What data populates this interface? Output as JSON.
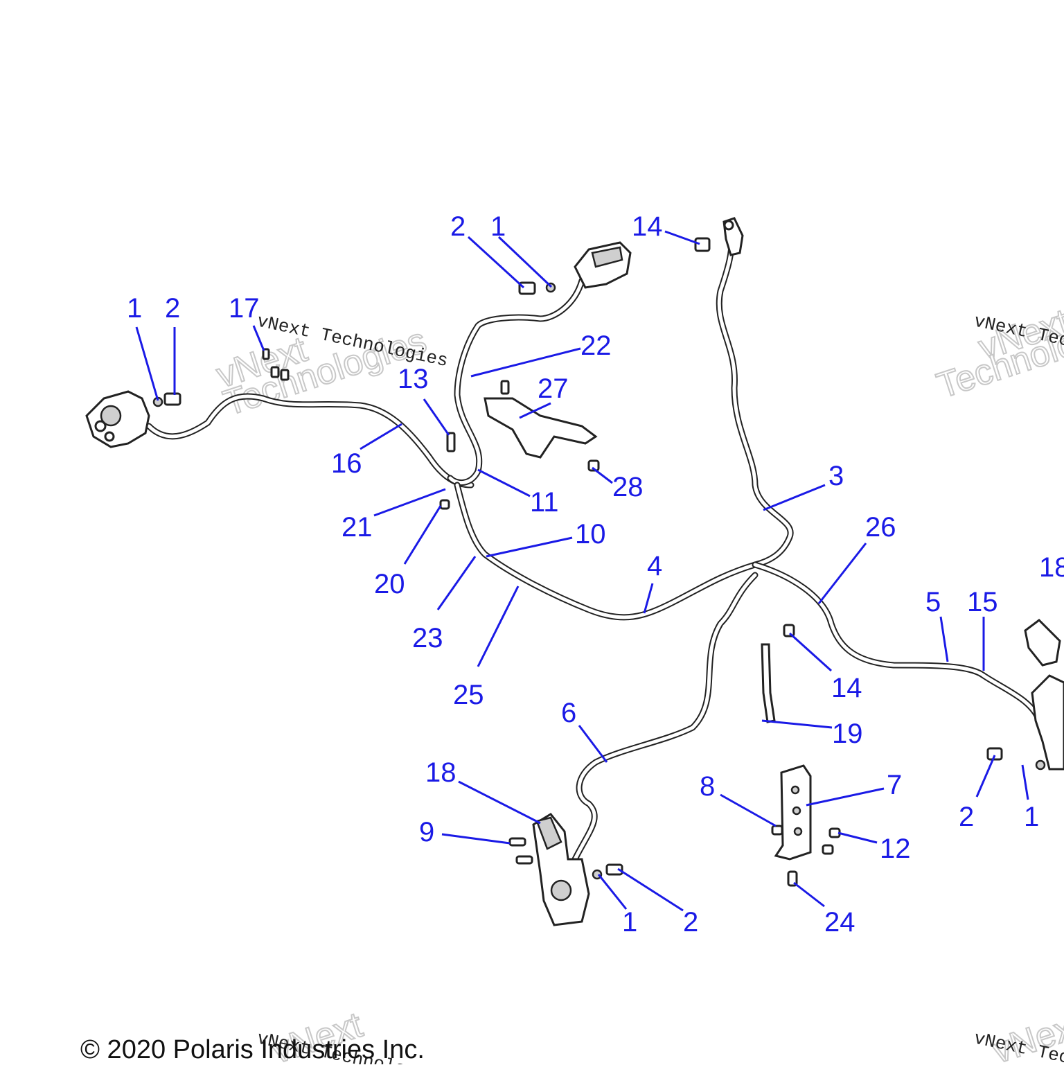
{
  "watermark": {
    "brand_line1": "vNext",
    "brand_line2": "Technologies",
    "brand_full": "vNext Technologies"
  },
  "callouts": {
    "c_1a": "1",
    "c_2a": "2",
    "c_17": "17",
    "c_2b": "2",
    "c_1b": "1",
    "c_14a": "14",
    "c_22": "22",
    "c_13": "13",
    "c_27": "27",
    "c_16": "16",
    "c_28": "28",
    "c_11": "11",
    "c_3": "3",
    "c_21": "21",
    "c_10": "10",
    "c_20": "20",
    "c_26": "26",
    "c_4": "4",
    "c_18a": "18",
    "c_5": "5",
    "c_15": "15",
    "c_23": "23",
    "c_14b": "14",
    "c_25": "25",
    "c_6": "6",
    "c_19": "19",
    "c_18b": "18",
    "c_8": "8",
    "c_7": "7",
    "c_9": "9",
    "c_2c": "2",
    "c_1c": "1",
    "c_12": "12",
    "c_1d": "1",
    "c_2d": "2",
    "c_24": "24"
  },
  "footer": {
    "copyright": "© 2020 Polaris Industries Inc."
  }
}
